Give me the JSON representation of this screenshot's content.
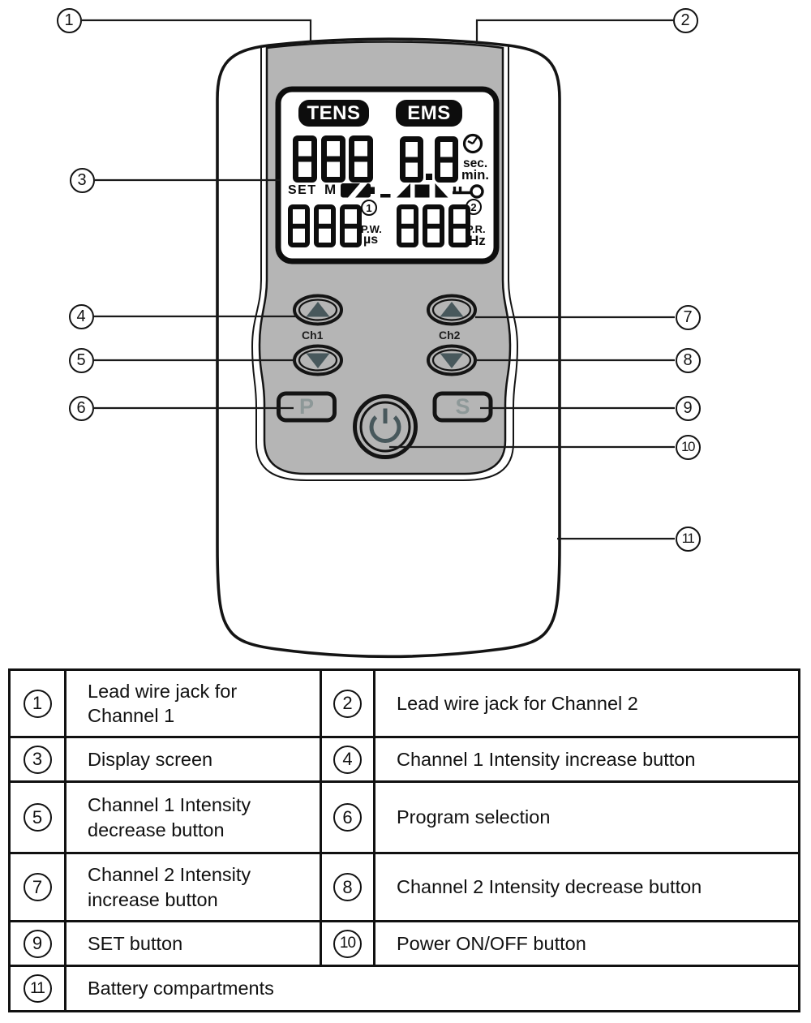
{
  "device": {
    "display": {
      "tens_badge": "TENS",
      "ems_badge": "EMS",
      "ch1_intensity_value": "888",
      "timer_value": "8.8",
      "set_indicator": "SET",
      "memory_indicator": "M",
      "sec_unit": "sec.",
      "min_unit": "min.",
      "channel1_indicator": "1",
      "pulse_width_value": "888",
      "pw_label": "P.W.",
      "us_unit": "µs",
      "channel2_indicator": "2",
      "pulse_rate_value": "888",
      "pr_label": "P.R.",
      "hz_unit": "Hz"
    },
    "controls": {
      "ch1_label": "Ch1",
      "ch2_label": "Ch2",
      "program_button_label": "P",
      "set_button_label": "S"
    }
  },
  "callouts": {
    "c1": "1",
    "c2": "2",
    "c3": "3",
    "c4": "4",
    "c5": "5",
    "c6": "6",
    "c7": "7",
    "c8": "8",
    "c9": "9",
    "c10": "10",
    "c11": "11"
  },
  "legend_table": {
    "rows": [
      {
        "n1": "1",
        "d1": "Lead wire jack for Channel 1",
        "n2": "2",
        "d2": "Lead wire jack for Channel 2"
      },
      {
        "n1": "3",
        "d1": "Display screen",
        "n2": "4",
        "d2": "Channel 1 Intensity increase button"
      },
      {
        "n1": "5",
        "d1": "Channel 1 Intensity decrease button",
        "n2": "6",
        "d2": "Program selection"
      },
      {
        "n1": "7",
        "d1": "Channel 2 Intensity increase button",
        "n2": "8",
        "d2": "Channel 2 Intensity decrease button"
      },
      {
        "n1": "9",
        "d1": "SET button",
        "n2": "10",
        "d2": "Power ON/OFF button"
      },
      {
        "n1": "11",
        "d1": "Battery compartments"
      }
    ]
  },
  "colors": {
    "panel_gray": "#b5b5b5",
    "key_dark": "#48585c",
    "letter_gray": "#8d9898",
    "line_black": "#1a1a1a"
  }
}
